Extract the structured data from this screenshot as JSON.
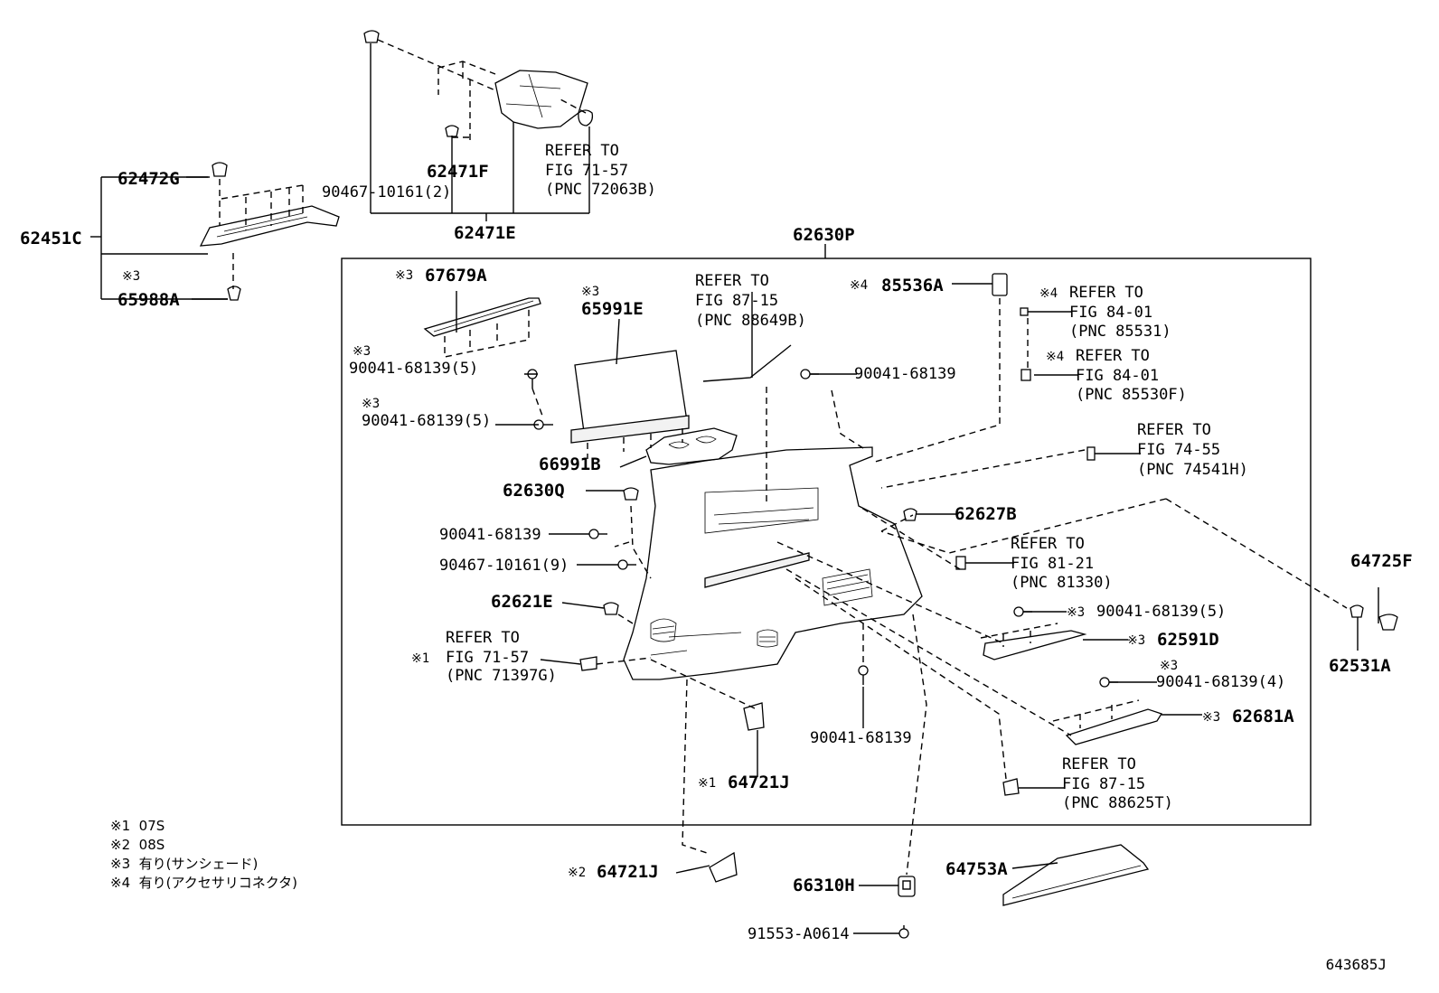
{
  "labels": {
    "p62472G": "62472G",
    "p62451C": "62451C",
    "n65988A": "※3",
    "p65988A": "65988A",
    "p62471F": "62471F",
    "p90467_top": "90467-10161(2)",
    "p62471E": "62471E",
    "ref7157_1": "REFER TO",
    "ref7157_2": "FIG 71-57",
    "ref7157_3": "(PNC 72063B)",
    "p62630P": "62630P",
    "n67679A": "※3",
    "p67679A": "67679A",
    "n65991E": "※3",
    "p65991E": "65991E",
    "ref8715a_1": "REFER TO",
    "ref8715a_2": "FIG 87-15",
    "ref8715a_3": "(PNC 88649B)",
    "n85536A": "※4",
    "p85536A": "85536A",
    "ref8401a_n": "※4",
    "ref8401a_1": "REFER TO",
    "ref8401a_2": "FIG 84-01",
    "ref8401a_3": "(PNC 85531)",
    "ref8401b_n": "※4",
    "ref8401b_1": "REFER TO",
    "ref8401b_2": "FIG 84-01",
    "ref8401b_3": "(PNC 85530F)",
    "n90041_a": "※3",
    "p90041_a": "90041-68139(5)",
    "n90041_b": "※3",
    "p90041_b": "90041-68139(5)",
    "p90041_c": "90041-68139",
    "ref7455_1": "REFER TO",
    "ref7455_2": "FIG 74-55",
    "ref7455_3": "(PNC 74541H)",
    "p66991B": "66991B",
    "p62630Q": "62630Q",
    "p62627B": "62627B",
    "p90041_d": "90041-68139",
    "p90467_9": "90467-10161(9)",
    "ref8121_1": "REFER TO",
    "ref8121_2": "FIG 81-21",
    "ref8121_3": "(PNC 81330)",
    "p62621E": "62621E",
    "n90041_e": "※3",
    "p90041_e": "90041-68139(5)",
    "ref7157b_1": "REFER TO",
    "ref7157b_n": "※1",
    "ref7157b_2": "FIG 71-57",
    "ref7157b_3": "(PNC 71397G)",
    "n62591D": "※3",
    "p62591D": "62591D",
    "n90041_f": "※3",
    "p90041_f": "90041-68139(4)",
    "p64725F": "64725F",
    "p62531A": "62531A",
    "n62681A": "※3",
    "p62681A": "62681A",
    "p90041_g": "90041-68139",
    "ref8715b_1": "REFER TO",
    "ref8715b_2": "FIG 87-15",
    "ref8715b_3": "(PNC 88625T)",
    "n64721J_1": "※1",
    "p64721J_1": "64721J",
    "n64721J_2": "※2",
    "p64721J_2": "64721J",
    "p66310H": "66310H",
    "p64753A": "64753A",
    "p91553": "91553-A0614"
  },
  "legend": [
    {
      "mark": "※1",
      "text": "07S"
    },
    {
      "mark": "※2",
      "text": "08S"
    },
    {
      "mark": "※3",
      "text": "有り(サンシェード)"
    },
    {
      "mark": "※4",
      "text": "有り(アクセサリコネクタ)"
    }
  ],
  "diagram_code": "643685J"
}
